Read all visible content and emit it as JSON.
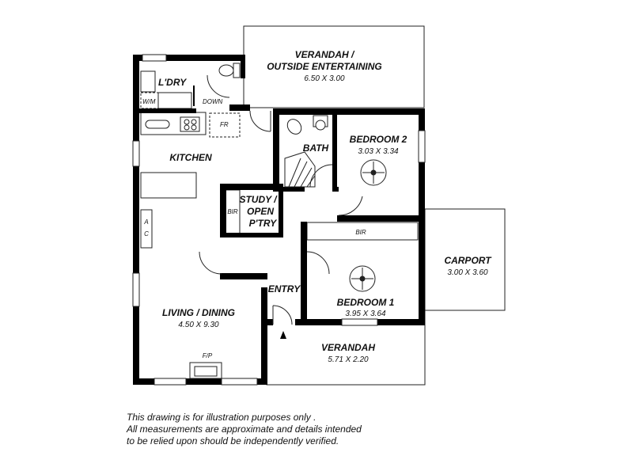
{
  "rooms": {
    "verandah_outside": {
      "name_line1": "VERANDAH /",
      "name_line2": "OUTSIDE ENTERTAINING",
      "dims": "6.50 X 3.00"
    },
    "laundry": {
      "name": "L'DRY"
    },
    "kitchen": {
      "name": "KITCHEN"
    },
    "bath": {
      "name": "BATH"
    },
    "bedroom2": {
      "name": "BEDROOM 2",
      "dims": "3.03 X 3.34"
    },
    "study": {
      "name_line1": "STUDY /",
      "name_line2": "OPEN",
      "name_line3": "P'TRY"
    },
    "bir_study": {
      "name": "BIR"
    },
    "bir_bed1": {
      "name": "BIR"
    },
    "carport": {
      "name": "CARPORT",
      "dims": "3.00 X 3.60"
    },
    "entry": {
      "name": "ENTRY"
    },
    "bedroom1": {
      "name": "BEDROOM 1",
      "dims": "3.95 X 3.64"
    },
    "living": {
      "name": "LIVING / DINING",
      "dims": "4.50 X 9.30"
    },
    "verandah_front": {
      "name": "VERANDAH",
      "dims": "5.71 X 2.20"
    }
  },
  "fixtures": {
    "washing_machine": "W/M",
    "down": "DOWN",
    "fridge": "FR",
    "air_conditioner_top": "A",
    "air_conditioner_bottom": "C",
    "fireplace": "F/P"
  },
  "disclaimer": {
    "line1": "This drawing is for illustration purposes only .",
    "line2": "All measurements are approximate and details intended",
    "line3": "to be relied upon should be independently verified."
  }
}
